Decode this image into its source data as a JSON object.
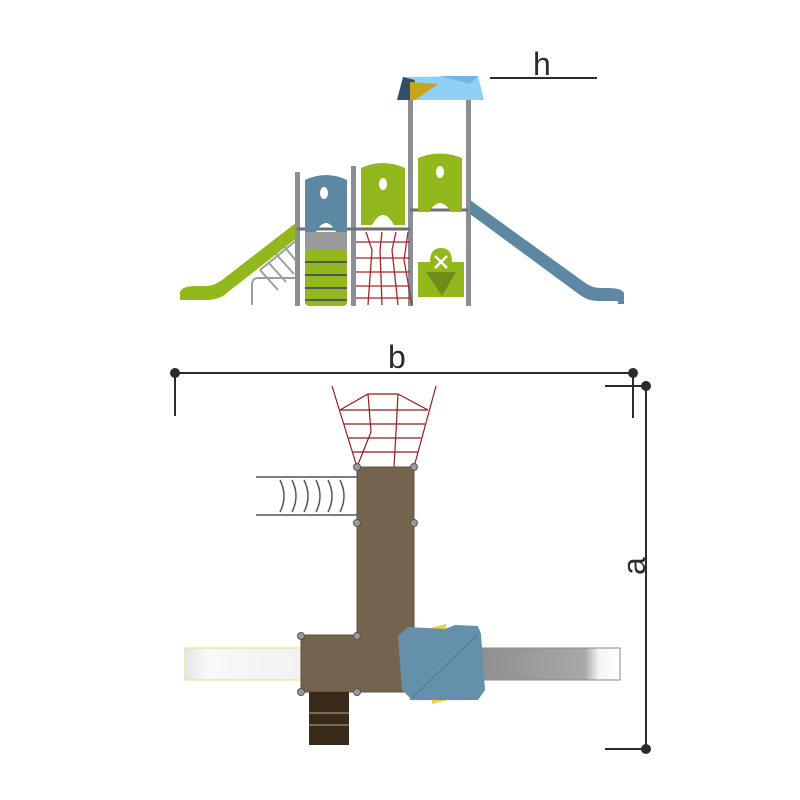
{
  "dimensions": {
    "height_label": "h",
    "width_label": "b",
    "length_label": "a"
  },
  "colors": {
    "green": "#93b81d",
    "blue": "#5d88a4",
    "roof_light": "#8fd0f5",
    "roof_dark": "#2f4f6b",
    "roof_yellow": "#c7a41a",
    "deck": "#75644d",
    "step_dark": "#3a2a1a",
    "post": "#8a8f93",
    "net": "#8a1f1f",
    "dim_line": "#2b2b2b"
  }
}
